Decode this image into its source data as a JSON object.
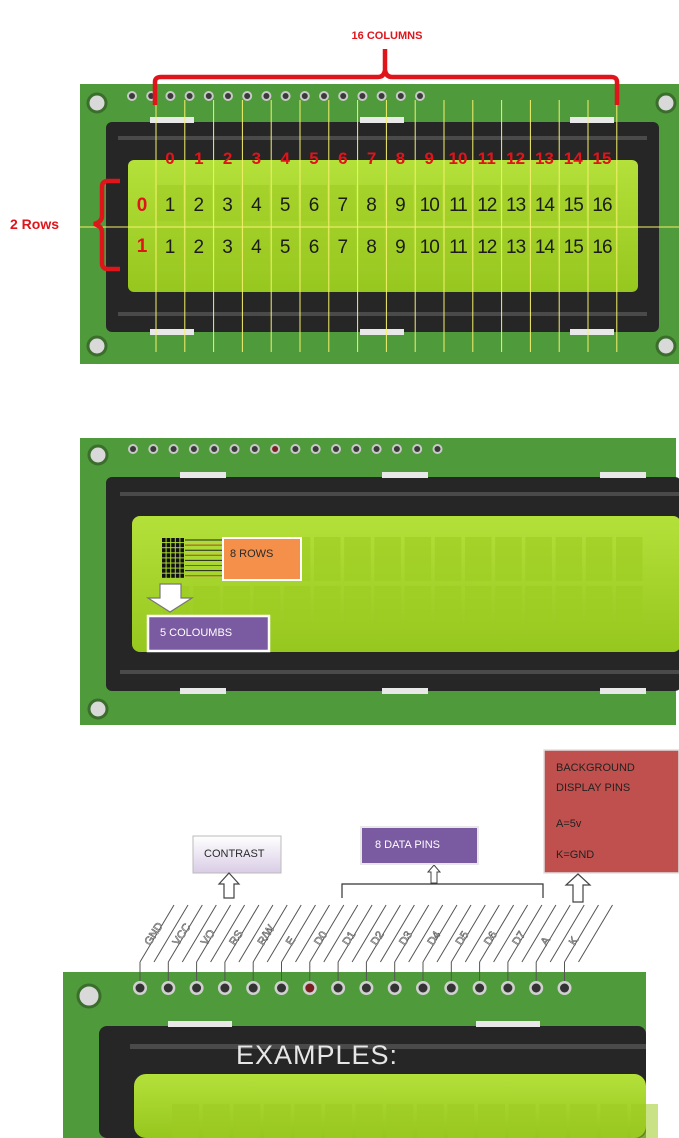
{
  "panel1": {
    "columns_label": "16 COLUMNS",
    "rows_label": "2 Rows",
    "col_index": [
      "0",
      "1",
      "2",
      "3",
      "4",
      "5",
      "6",
      "7",
      "8",
      "9",
      "10",
      "11",
      "12",
      "13",
      "14",
      "15"
    ],
    "row_index": [
      "0",
      "1"
    ],
    "cells": [
      "1",
      "2",
      "3",
      "4",
      "5",
      "6",
      "7",
      "8",
      "9",
      "10",
      "11",
      "12",
      "13",
      "14",
      "15",
      "16"
    ]
  },
  "panel2": {
    "rows_label": "8 ROWS",
    "cols_label": "5 COLOUMBS"
  },
  "panel3": {
    "contrast_label": "CONTRAST",
    "data_pins_label": "8 DATA PINS",
    "backlight": [
      "BACKGROUND",
      "DISPLAY PINS",
      "A=5v",
      "K=GND"
    ],
    "pins": [
      "GND",
      "VCC",
      "VO",
      "RS",
      "R/W",
      "E",
      "D0",
      "D1",
      "D2",
      "D3",
      "D4",
      "D5",
      "D6",
      "D7",
      "A",
      "K"
    ],
    "screen_text": "EXAMPLES:"
  },
  "colors": {
    "pcb": "#4f9a3a",
    "bezel": "#262626",
    "lcd": "#a6d62c",
    "annotation_red": "#e0141b",
    "orange_box": "#f4904a",
    "purple_box": "#7a5aa0",
    "backlight_box": "#c0504d"
  }
}
